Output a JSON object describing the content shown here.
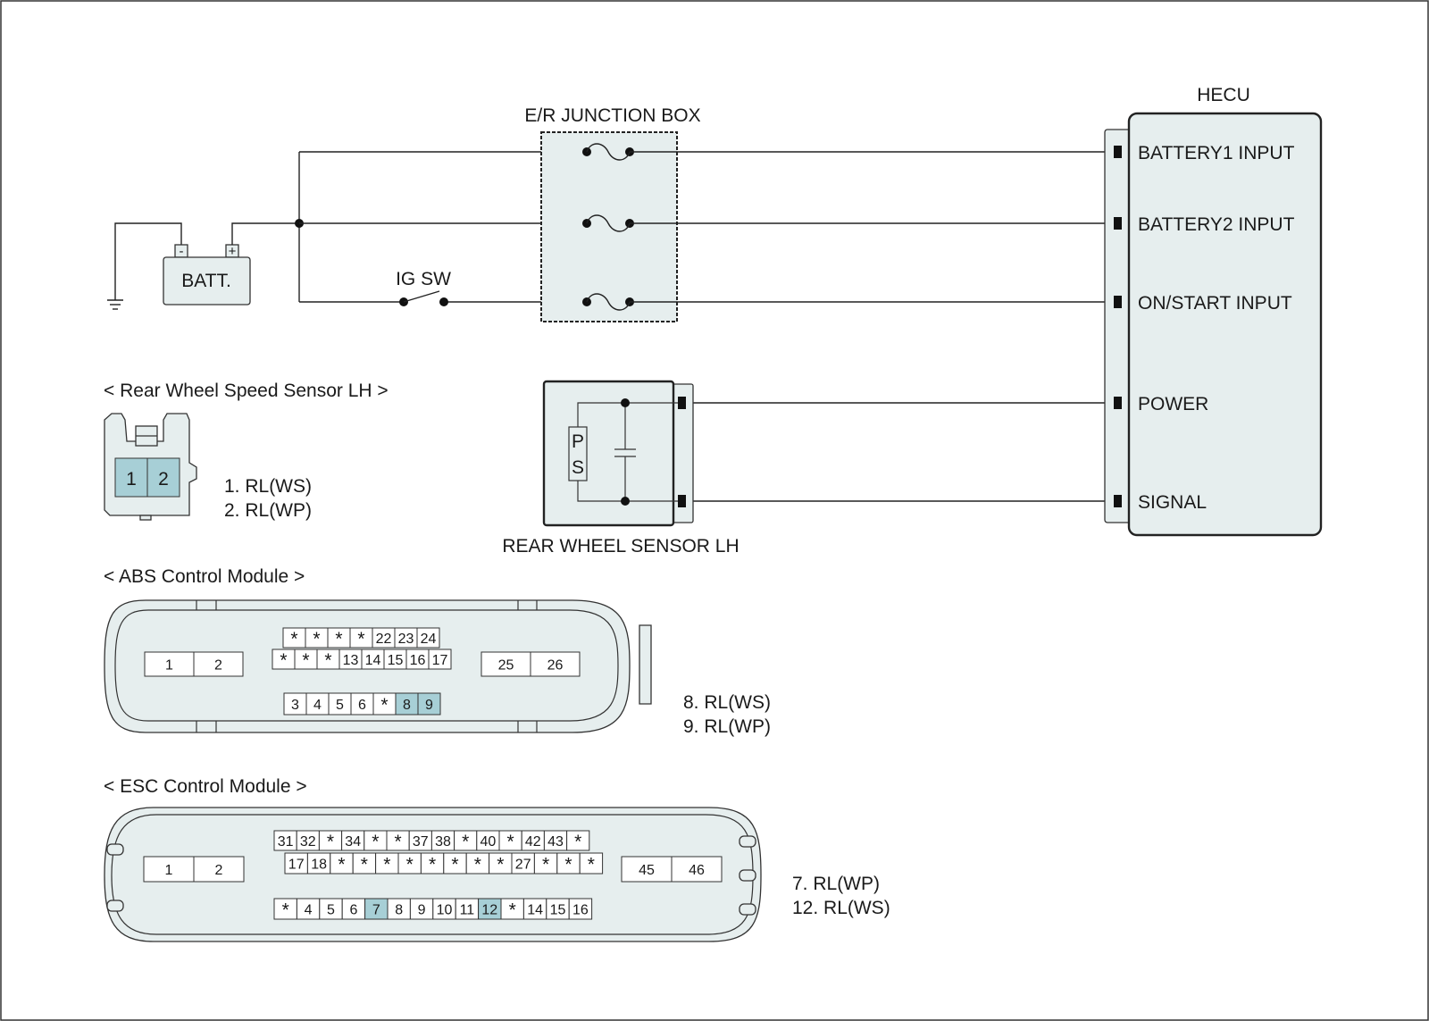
{
  "labels": {
    "junction_box": "E/R JUNCTION BOX",
    "hecu": "HECU",
    "battery": "BATT.",
    "battery_minus": "-",
    "battery_plus": "+",
    "ig_switch": "IG SW",
    "rear_wheel_sensor": "REAR WHEEL SENSOR LH",
    "sensor_ps_p": "P",
    "sensor_ps_s": "S"
  },
  "hecu_inputs": [
    "BATTERY1 INPUT",
    "BATTERY2 INPUT",
    "ON/START INPUT",
    "POWER",
    "SIGNAL"
  ],
  "sensor_connector": {
    "title": "< Rear Wheel Speed Sensor LH >",
    "pins": [
      "1",
      "2"
    ],
    "legend": [
      "1. RL(WS)",
      "2. RL(WP)"
    ]
  },
  "abs_connector": {
    "title": "< ABS Control Module >",
    "left_pins": [
      "1",
      "2"
    ],
    "right_pins": [
      "25",
      "26"
    ],
    "row1": [
      "*",
      "*",
      "*",
      "*",
      "22",
      "23",
      "24"
    ],
    "row2": [
      "*",
      "*",
      "*",
      "13",
      "14",
      "15",
      "16",
      "17"
    ],
    "row3": [
      "3",
      "4",
      "5",
      "6",
      "*",
      "8",
      "9"
    ],
    "highlighted": [
      "8",
      "9"
    ],
    "legend": [
      "8. RL(WS)",
      "9. RL(WP)"
    ]
  },
  "esc_connector": {
    "title": "< ESC Control Module >",
    "left_pins": [
      "1",
      "2"
    ],
    "right_pins": [
      "45",
      "46"
    ],
    "row1": [
      "31",
      "32",
      "*",
      "34",
      "*",
      "*",
      "37",
      "38",
      "*",
      "40",
      "*",
      "42",
      "43",
      "*"
    ],
    "row2": [
      "17",
      "18",
      "*",
      "*",
      "*",
      "*",
      "*",
      "*",
      "*",
      "*",
      "27",
      "*",
      "*",
      "*"
    ],
    "row3": [
      "*",
      "4",
      "5",
      "6",
      "7",
      "8",
      "9",
      "10",
      "11",
      "12",
      "*",
      "14",
      "15",
      "16"
    ],
    "highlighted": [
      "7",
      "12"
    ],
    "legend": [
      "7. RL(WP)",
      "12. RL(WS)"
    ]
  },
  "colors": {
    "body_fill": "#e6eeee",
    "pin_highlight": "#a7cfd6",
    "line": "#222222"
  }
}
